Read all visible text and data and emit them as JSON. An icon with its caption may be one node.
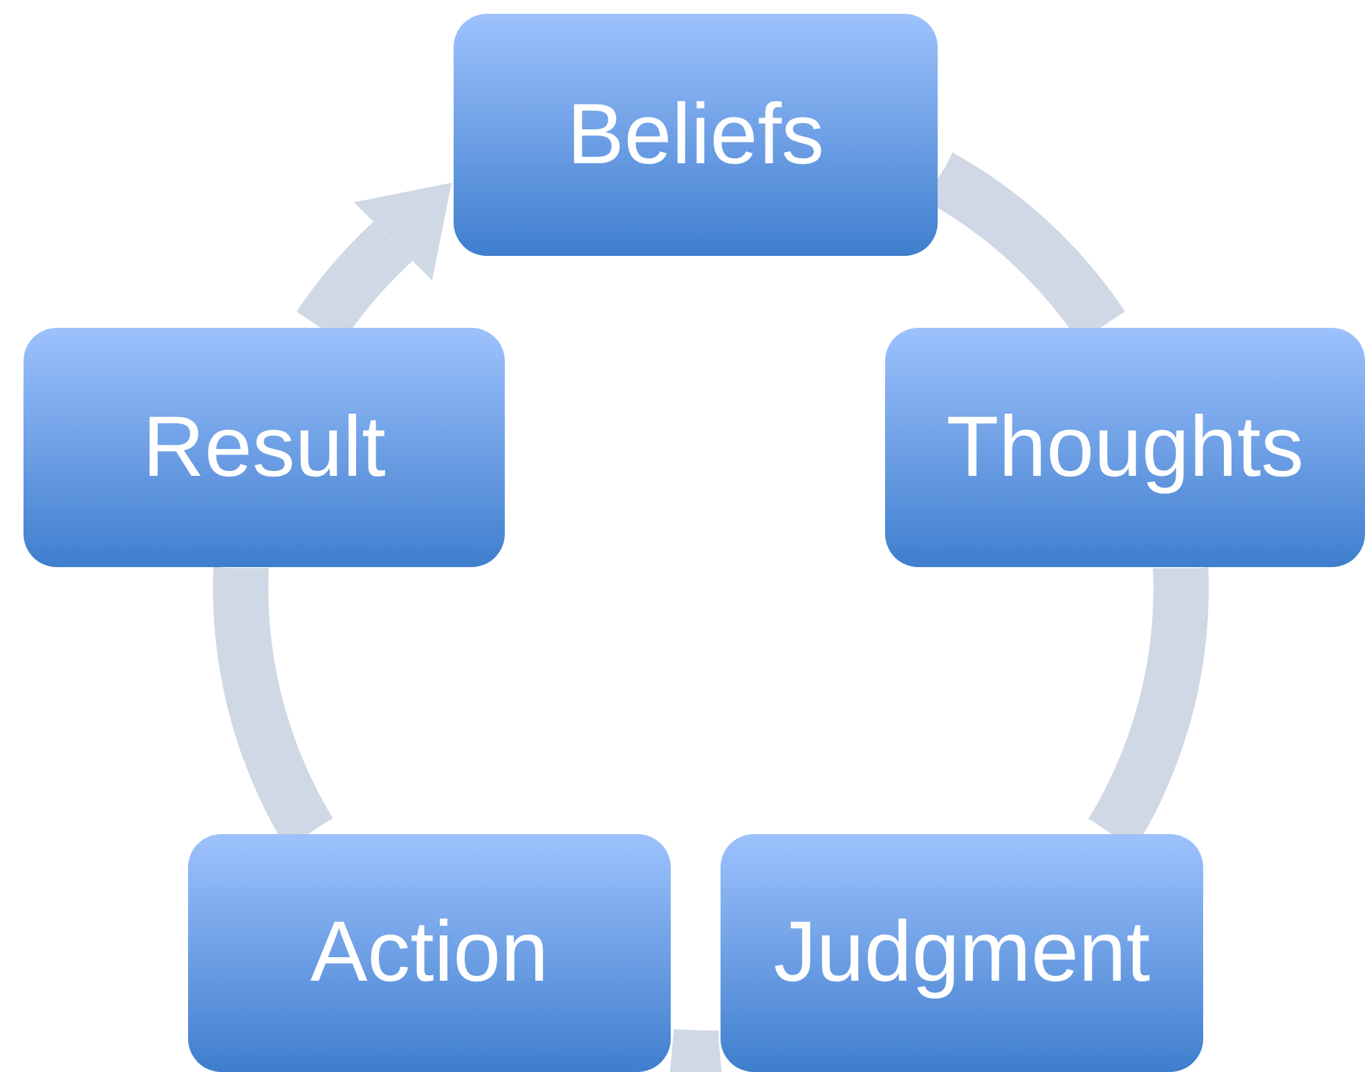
{
  "diagram": {
    "nodes": [
      {
        "text": [
          "Beliefs"
        ]
      },
      {
        "text": [
          "Thoughts"
        ]
      },
      {
        "text": [
          "Judgment"
        ]
      },
      {
        "text": [
          "Action"
        ]
      },
      {
        "text": [
          "Result"
        ]
      }
    ],
    "edges": [
      {
        "from": 0,
        "to": 1,
        "arrow": "none"
      },
      {
        "from": 1,
        "to": 2,
        "arrow": "none"
      },
      {
        "from": 2,
        "to": 3,
        "arrow": "none"
      },
      {
        "from": 3,
        "to": 4,
        "arrow": "none"
      },
      {
        "from": 4,
        "to": 0,
        "arrow": "to"
      }
    ]
  }
}
